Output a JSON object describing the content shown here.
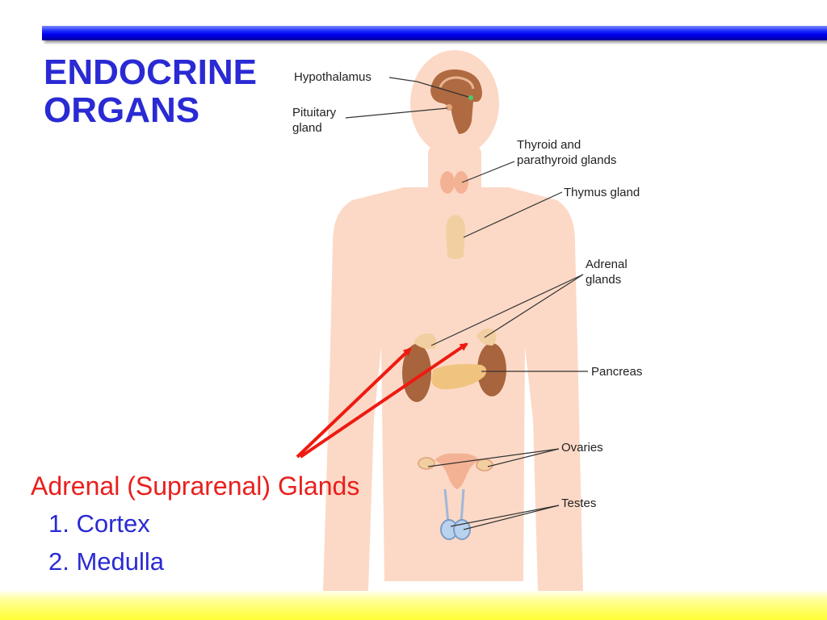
{
  "slide": {
    "title_line1": "ENDOCRINE",
    "title_line2": "ORGANS"
  },
  "diagram": {
    "labels": {
      "hypothalamus": "Hypothalamus",
      "pituitary_line1": "Pituitary",
      "pituitary_line2": "gland",
      "thyroid_line1": "Thyroid and",
      "thyroid_line2": "parathyroid glands",
      "thymus": "Thymus gland",
      "adrenal_line1": "Adrenal",
      "adrenal_line2": "glands",
      "pancreas": "Pancreas",
      "ovaries": "Ovaries",
      "testes": "Testes"
    }
  },
  "caption": {
    "main": "Adrenal (Suprarenal) Glands",
    "item1": "1. Cortex",
    "item2": "2. Medulla"
  },
  "colors": {
    "title": "#2a2ad4",
    "caption": "#e8201e",
    "body": "#fcd9c6",
    "top_bar": "#0000ee",
    "bottom_band": "#ffff33"
  }
}
